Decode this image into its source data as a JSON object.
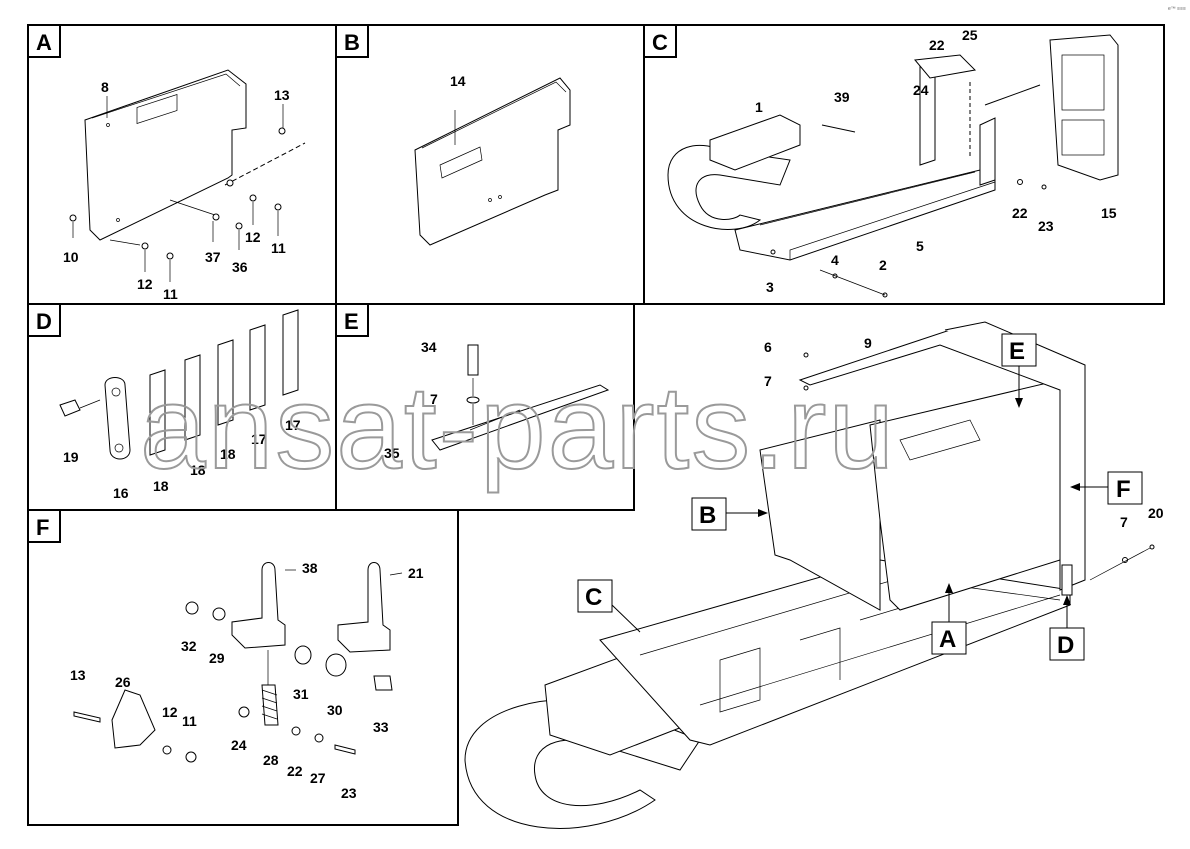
{
  "watermark": "ansat-parts.ru",
  "corner_mark": "e™ ≡≡≡",
  "panels": {
    "A": {
      "letter": "A",
      "callouts": [
        "8",
        "13",
        "10",
        "12",
        "11",
        "37",
        "36",
        "12",
        "11"
      ]
    },
    "B": {
      "letter": "B",
      "callouts": [
        "14"
      ]
    },
    "C": {
      "letter": "C",
      "callouts": [
        "22",
        "25",
        "24",
        "1",
        "39",
        "15",
        "22",
        "23",
        "5",
        "4",
        "2",
        "3"
      ]
    },
    "D": {
      "letter": "D",
      "callouts": [
        "19",
        "16",
        "18",
        "18",
        "18",
        "17",
        "17"
      ]
    },
    "E": {
      "letter": "E",
      "callouts": [
        "34",
        "7",
        "35"
      ]
    },
    "F": {
      "letter": "F",
      "callouts": [
        "38",
        "21",
        "32",
        "29",
        "31",
        "30",
        "33",
        "13",
        "26",
        "12",
        "11",
        "24",
        "28",
        "22",
        "27",
        "23"
      ]
    },
    "main": {
      "callouts": [
        "6",
        "9",
        "7",
        "7",
        "20"
      ],
      "labels": [
        "E",
        "F",
        "B",
        "C",
        "A",
        "D"
      ]
    }
  }
}
